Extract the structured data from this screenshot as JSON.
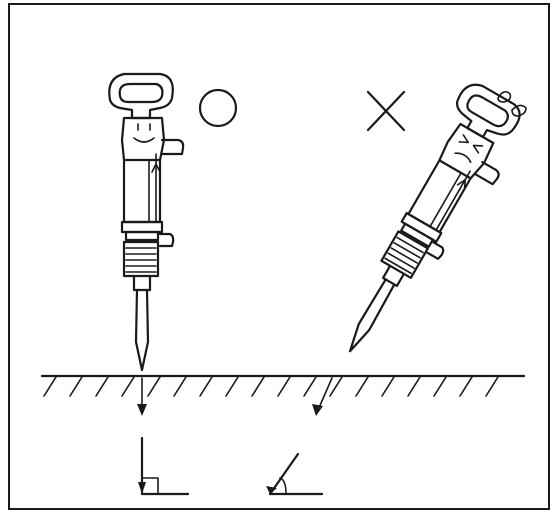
{
  "figure": {
    "correct_mark": "circle-mark",
    "incorrect_mark": "cross-mark",
    "correct_angle": "right-angle-symbol",
    "incorrect_angle": "oblique-angle-symbol",
    "ink_color": "#1a1a1a",
    "background_color": "#ffffff"
  }
}
